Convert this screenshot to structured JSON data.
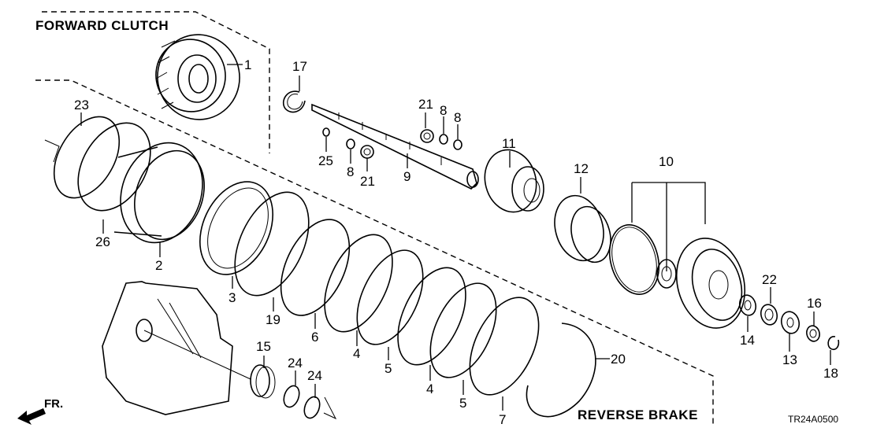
{
  "diagram": {
    "sections": {
      "forward_clutch": "FORWARD CLUTCH",
      "reverse_brake": "REVERSE BRAKE"
    },
    "direction_indicator": "FR.",
    "diagram_code": "TR24A0500",
    "callouts": {
      "c1": "1",
      "c2": "2",
      "c3": "3",
      "c4a": "4",
      "c4b": "4",
      "c5a": "5",
      "c5b": "5",
      "c6": "6",
      "c7": "7",
      "c8a": "8",
      "c8b": "8",
      "c8c": "8",
      "c9": "9",
      "c10": "10",
      "c11": "11",
      "c12": "12",
      "c13": "13",
      "c14": "14",
      "c15": "15",
      "c16": "16",
      "c17": "17",
      "c18": "18",
      "c19": "19",
      "c20": "20",
      "c21a": "21",
      "c21b": "21",
      "c22": "22",
      "c23": "23",
      "c24a": "24",
      "c24b": "24",
      "c25": "25",
      "c26": "26"
    }
  }
}
